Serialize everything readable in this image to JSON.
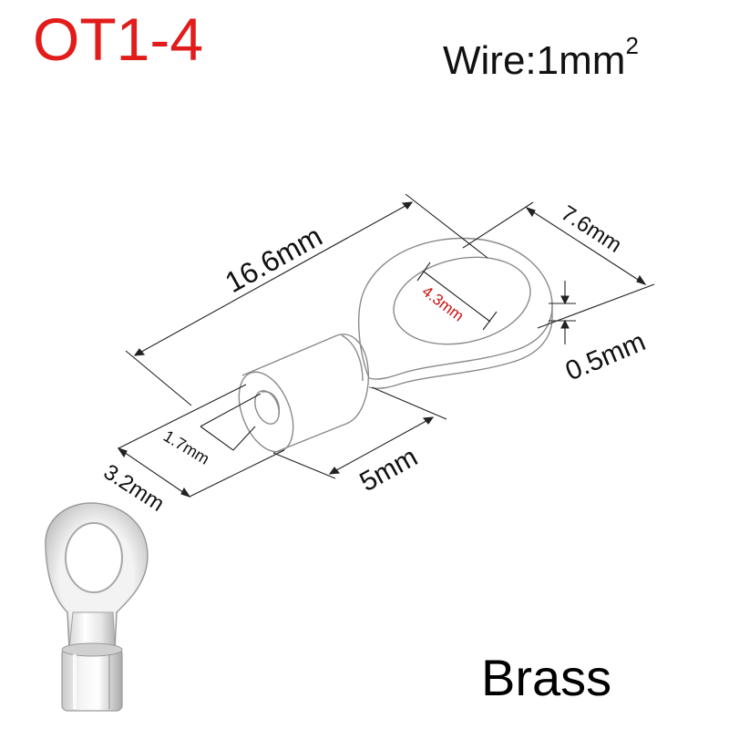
{
  "title": "OT1-4",
  "wire": {
    "label": "Wire:1mm",
    "superscript": "2"
  },
  "dimensions": {
    "length": "16.6mm",
    "ring_width": "7.6mm",
    "hole_diameter": "4.3mm",
    "thickness": "0.5mm",
    "barrel_length": "5mm",
    "inner_diameter": "1.7mm",
    "outer_diameter": "3.2mm"
  },
  "material": "Brass",
  "colors": {
    "title": "#e21b1b",
    "hole_label": "#cc1111",
    "outline": "#8a8a8a"
  }
}
